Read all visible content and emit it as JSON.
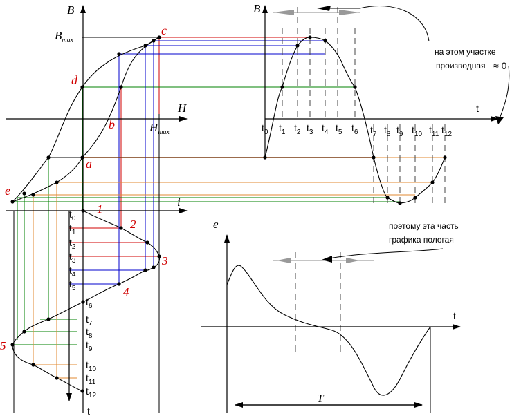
{
  "axes": {
    "B_left": "B",
    "B_right": "B",
    "H": "H",
    "i": "i",
    "t_right": "t",
    "t_bottom": "t",
    "e": "e",
    "t_e": "t"
  },
  "hysteresis": {
    "Bmax_main": "B",
    "Bmax_sub": "max",
    "Hmax_main": "H",
    "Hmax_sub": "max",
    "points": {
      "c": "c",
      "d": "d",
      "b": "b",
      "a": "a",
      "e": "e"
    }
  },
  "time_labels": [
    "0",
    "1",
    "2",
    "3",
    "4",
    "5",
    "6",
    "7",
    "8",
    "9",
    "10",
    "11",
    "12"
  ],
  "t_prefix": "t",
  "current_points": [
    "1",
    "2",
    "3",
    "4",
    "5"
  ],
  "annotations": {
    "top_line1": "на этом участке",
    "top_line2": "производная",
    "approx": "≈ 0",
    "bottom_line1": "поэтому эта часть",
    "bottom_line2": "графика пологая"
  },
  "period": "T"
}
